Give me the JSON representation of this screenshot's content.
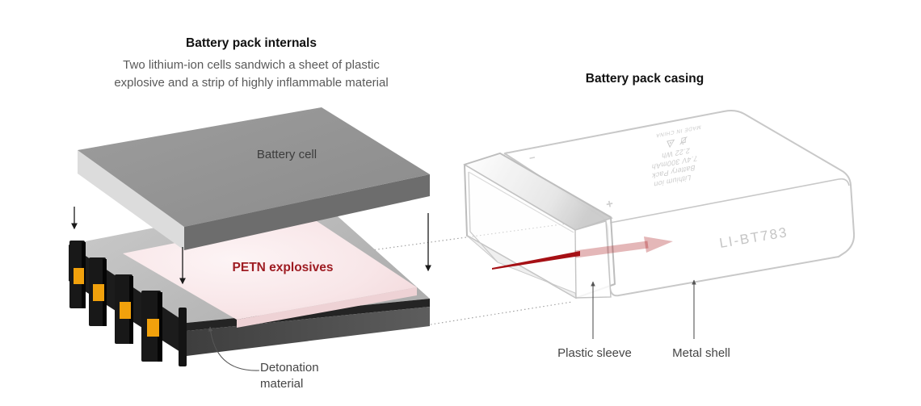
{
  "internals": {
    "title": "Battery pack internals",
    "subtitle_line1": "Two lithium-ion cells sandwich a sheet of plastic",
    "subtitle_line2": "explosive and a strip of highly inflammable material",
    "battery_cell_label": "Battery cell",
    "petn_label": "PETN explosives",
    "detonation_label_line1": "Detonation",
    "detonation_label_line2": "material"
  },
  "casing": {
    "title": "Battery pack casing",
    "plastic_sleeve_label": "Plastic sleeve",
    "metal_shell_label": "Metal shell",
    "model_number": "LI-BT783",
    "print_line1": "Lithium ion",
    "print_line2": "Battery Pack",
    "print_line3": "7.4V 300mAh",
    "print_line4": "2.22 Wh",
    "print_origin": "MADE IN CHINA",
    "plus_mark": "+",
    "minus_mark": "−",
    "icon_names": [
      "no-trash-icon",
      "recycle-icon"
    ]
  },
  "colors": {
    "petn_red": "#9e1c22",
    "arrow_red": "#a61015",
    "arrow_red_faded": "rgba(166,16,21,0.30)",
    "connector_orange": "#f1a10c",
    "battery_cell_gray": "#949494",
    "detonation_black": "#242424",
    "bottom_cell_gray": "#545454",
    "casing_outline": "#c8c8c8",
    "label_text": "#454545",
    "casing_print_text": "#cbcbcb"
  }
}
